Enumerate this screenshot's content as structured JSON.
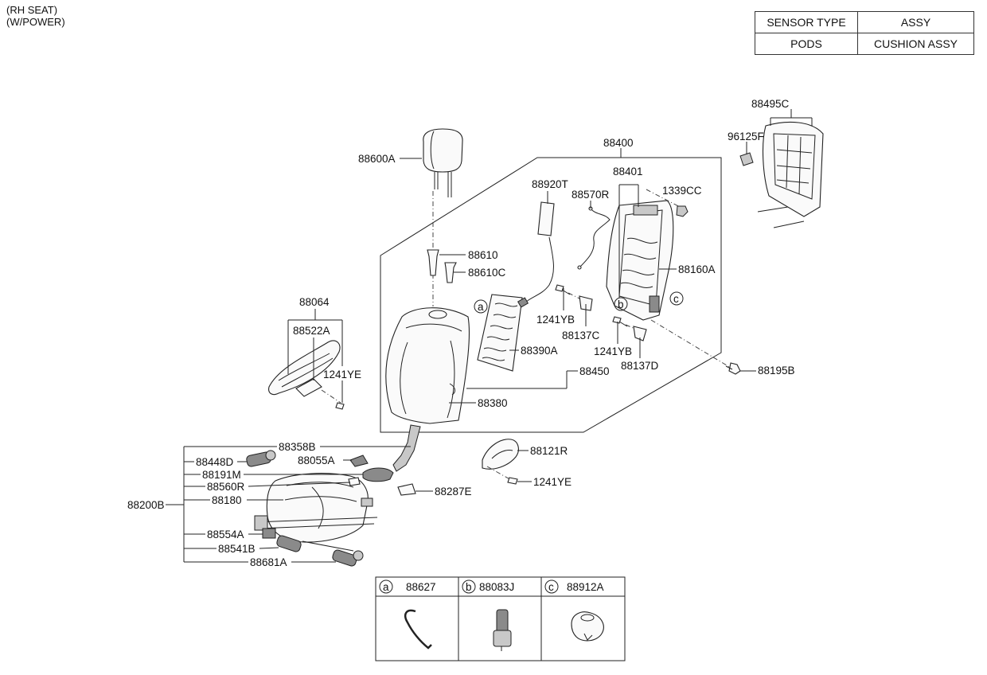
{
  "header": {
    "line1": "(RH SEAT)",
    "line2": "(W/POWER)"
  },
  "spec_table": {
    "rows": [
      {
        "key": "SENSOR TYPE",
        "value": "ASSY"
      },
      {
        "key": "PODS",
        "value": "CUSHION ASSY"
      }
    ]
  },
  "labels": {
    "l88600A": "88600A",
    "l88610": "88610",
    "l88610C": "88610C",
    "l88400": "88400",
    "l88401": "88401",
    "l88920T": "88920T",
    "l88570R": "88570R",
    "l1339CC": "1339CC",
    "l88160A": "88160A",
    "l1241YB_a": "1241YB",
    "l88137C": "88137C",
    "l1241YB_b": "1241YB",
    "l88137D": "88137D",
    "l88390A": "88390A",
    "l88450": "88450",
    "l88380": "88380",
    "l88195B": "88195B",
    "l88495C": "88495C",
    "l96125F": "96125F",
    "l88064": "88064",
    "l88522A": "88522A",
    "l1241YE_a": "1241YE",
    "l88358B": "88358B",
    "l88448D": "88448D",
    "l88055A": "88055A",
    "l88191M": "88191M",
    "l88560R": "88560R",
    "l88180": "88180",
    "l88200B": "88200B",
    "l88287E": "88287E",
    "l88554A": "88554A",
    "l88541B": "88541B",
    "l88681A": "88681A",
    "l88121R": "88121R",
    "l1241YE_b": "1241YE",
    "callout_a": "a",
    "callout_b": "b",
    "callout_c": "c"
  },
  "legend": {
    "cells": [
      {
        "letter": "a",
        "part": "88627"
      },
      {
        "letter": "b",
        "part": "88083J"
      },
      {
        "letter": "c",
        "part": "88912A"
      }
    ]
  }
}
